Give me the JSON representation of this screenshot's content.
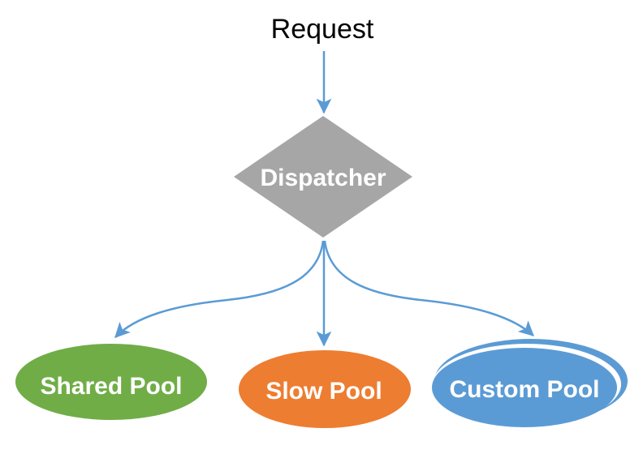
{
  "diagram": {
    "background": "#FFFFFF",
    "connector_color": "#5B9BD5",
    "nodes": {
      "request": {
        "label": "Request",
        "shape": "text",
        "text_color": "#000000"
      },
      "dispatcher": {
        "label": "Dispatcher",
        "shape": "diamond",
        "fill": "#A6A6A6",
        "text_color": "#FFFFFF"
      },
      "shared_pool": {
        "label": "Shared Pool",
        "shape": "ellipse",
        "fill": "#70AD47",
        "text_color": "#FFFFFF"
      },
      "slow_pool": {
        "label": "Slow Pool",
        "shape": "ellipse",
        "fill": "#ED7D31",
        "text_color": "#FFFFFF"
      },
      "custom_pool": {
        "label": "Custom Pool",
        "shape": "stacked-ellipse",
        "fill": "#5B9BD5",
        "text_color": "#FFFFFF"
      }
    },
    "edges": [
      {
        "from": "Request",
        "to": "Dispatcher"
      },
      {
        "from": "Dispatcher",
        "to": "Shared Pool"
      },
      {
        "from": "Dispatcher",
        "to": "Slow Pool"
      },
      {
        "from": "Dispatcher",
        "to": "Custom Pool"
      }
    ]
  }
}
